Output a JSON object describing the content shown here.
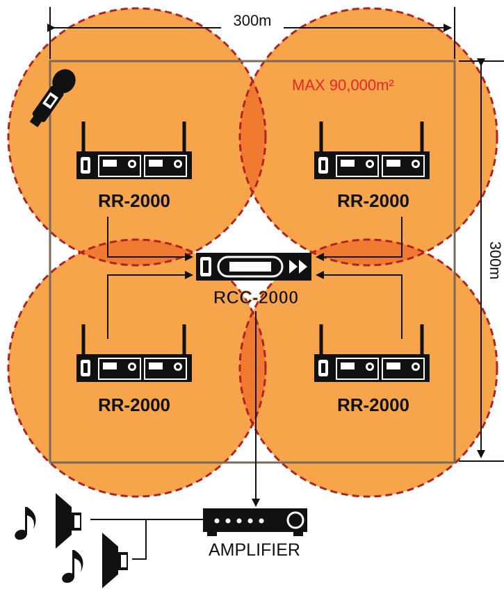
{
  "dimensions": {
    "width_label": "300m",
    "height_label": "300m"
  },
  "coverage": {
    "max_area_label": "MAX 90,000m²"
  },
  "receivers": [
    {
      "label": "RR-2000"
    },
    {
      "label": "RR-2000"
    },
    {
      "label": "RR-2000"
    },
    {
      "label": "RR-2000"
    }
  ],
  "controller": {
    "label": "RCC-2000"
  },
  "amplifier": {
    "label": "AMPLIFIER"
  },
  "colors": {
    "coverage_fill": "#F7A54A",
    "overlap_fill": "#EF7A30",
    "circle_stroke": "#B22222",
    "max_area_text": "#E8262A",
    "device": "#111111",
    "square": "#7A6A5A"
  },
  "icons": [
    "microphone-icon",
    "speaker-icon",
    "music-note-icon"
  ]
}
